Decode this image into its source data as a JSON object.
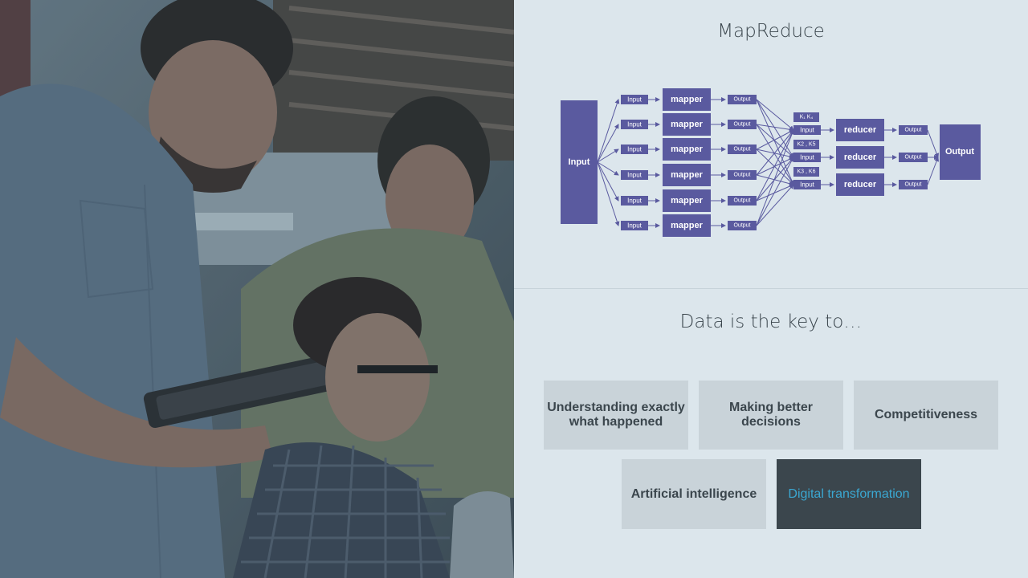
{
  "mapreduce": {
    "title": "MapReduce",
    "input_label": "Input",
    "output_label": "Output",
    "mapper_row_input": "Input",
    "mapper_label": "mapper",
    "mapper_output": "Output",
    "reducers": [
      {
        "key_label": "K₁ K₄",
        "input": "Input",
        "label": "reducer",
        "output": "Output"
      },
      {
        "key_label": "K2 , K5",
        "input": "Input",
        "label": "reducer",
        "output": "Output"
      },
      {
        "key_label": "K3 , K6",
        "input": "Input",
        "label": "reducer",
        "output": "Output"
      }
    ]
  },
  "key_to": {
    "title": "Data is the key to…",
    "items": [
      {
        "label": "Understanding exactly what happened",
        "highlight": false
      },
      {
        "label": "Making better decisions",
        "highlight": false
      },
      {
        "label": "Competitiveness",
        "highlight": false
      },
      {
        "label": "Artificial intelligence",
        "highlight": false
      },
      {
        "label": "Digital transformation",
        "highlight": true
      }
    ]
  },
  "colors": {
    "diagram_box": "#5a5a9f",
    "slide_bg": "#dce6ec",
    "card_bg": "#c9d3d9",
    "card_dark_bg": "#3b464d",
    "highlight_text": "#3ba7d1"
  }
}
